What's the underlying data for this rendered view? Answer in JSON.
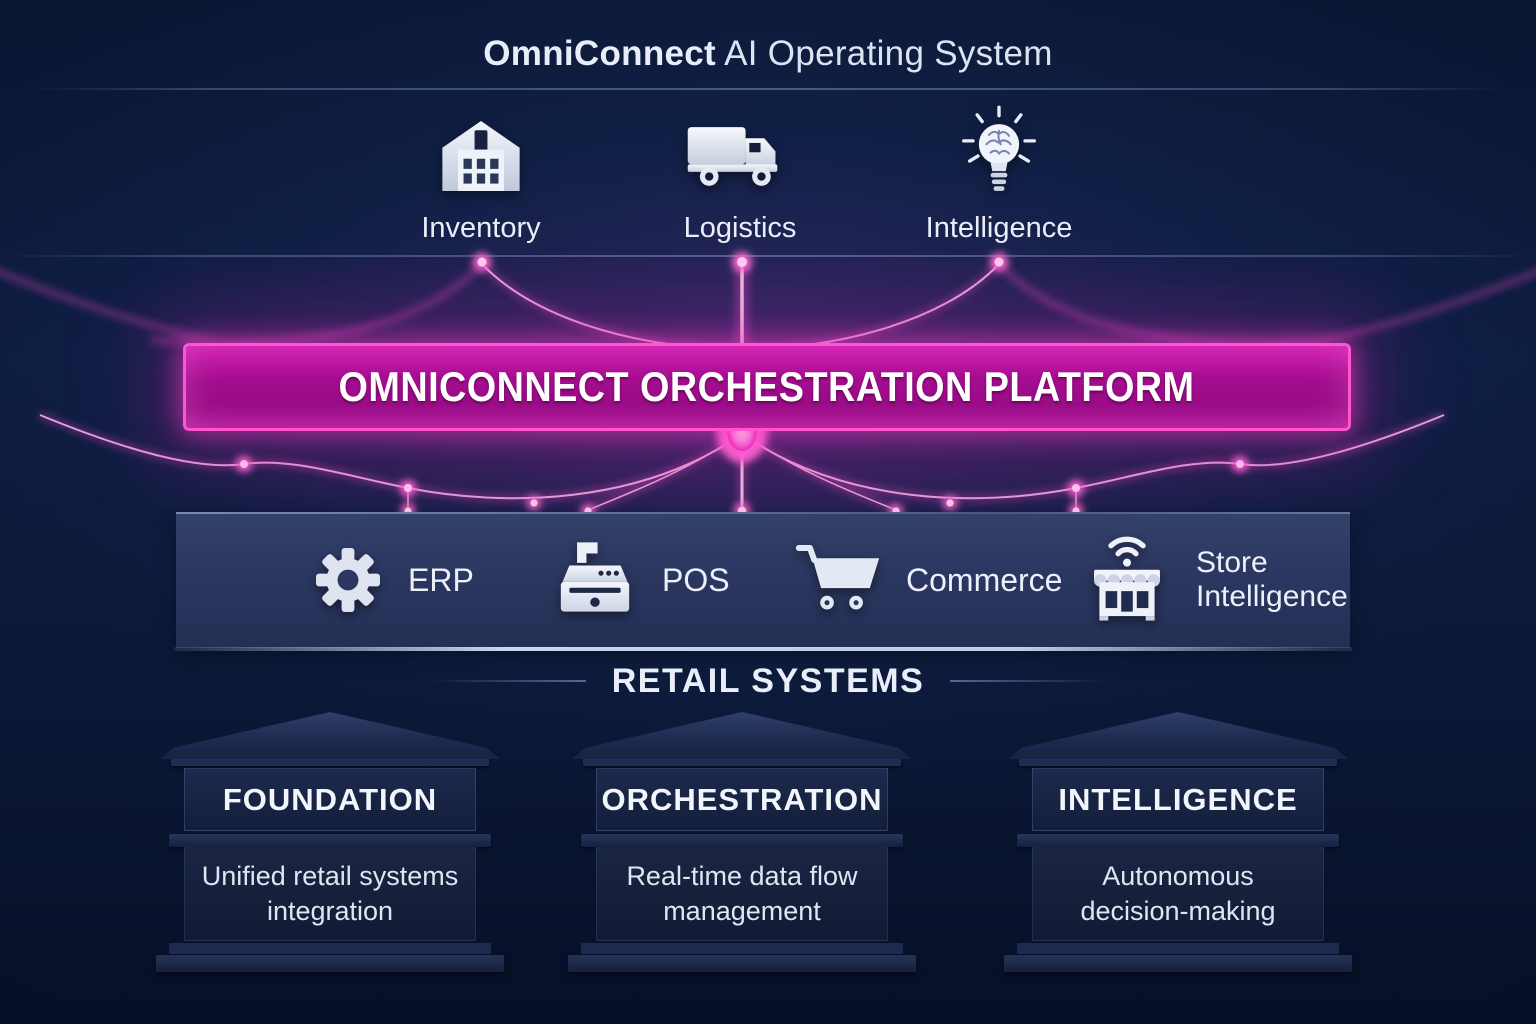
{
  "title": {
    "brand": "OmniConnect",
    "rest": " AI Operating System"
  },
  "colors": {
    "background_navy": "#0c1939",
    "accent_pink": "#e819b0",
    "banner_magenta": "#a50d90",
    "banner_border": "#ff55cf",
    "panel_navy": "#2b3760",
    "text_light": "#e9eef8"
  },
  "top_capabilities": [
    {
      "label": "Inventory",
      "icon": "warehouse-icon"
    },
    {
      "label": "Logistics",
      "icon": "truck-icon"
    },
    {
      "label": "Intelligence",
      "icon": "lightbulb-brain-icon"
    }
  ],
  "platform_banner": {
    "label": "OMNICONNECT ORCHESTRATION PLATFORM"
  },
  "retail_systems": {
    "caption": "RETAIL SYSTEMS",
    "items": [
      {
        "label": "ERP",
        "icon": "gear-icon"
      },
      {
        "label": "POS",
        "icon": "cash-register-icon"
      },
      {
        "label": "Commerce",
        "icon": "shopping-cart-icon"
      },
      {
        "label": "Store Intelligence",
        "icon": "smart-store-icon"
      }
    ]
  },
  "pillars": [
    {
      "title": "FOUNDATION",
      "description": "Unified retail systems integration"
    },
    {
      "title": "ORCHESTRATION",
      "description": "Real-time data flow management"
    },
    {
      "title": "INTELLIGENCE",
      "description": "Autonomous decision-making"
    }
  ]
}
